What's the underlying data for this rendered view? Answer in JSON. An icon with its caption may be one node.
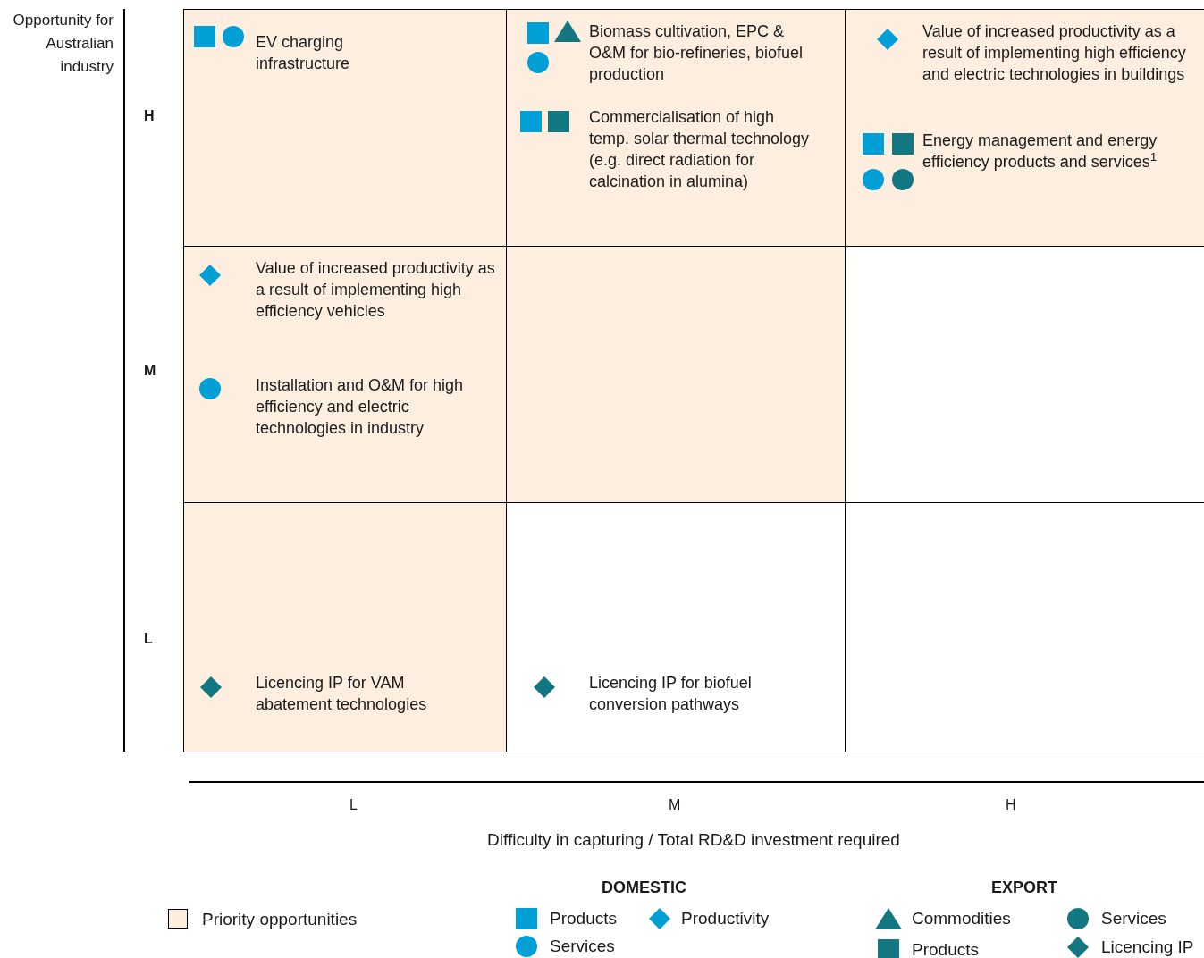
{
  "diagram": {
    "nodes": [
      {
        "text": [
          "EV charging infrastructure"
        ]
      },
      {
        "text": [
          "Biomass cultivation, EPC & O&M for bio-refineries, biofuel production",
          "Commercialisation of high temp. solar thermal technology (e.g. direct radiation for calcination in alumina)"
        ]
      },
      {
        "text": [
          "Value of increased productivity as a result of implementing high efficiency and electric technologies in buildings",
          "Energy management and energy efficiency products and services$^{1}$"
        ]
      },
      {
        "text": [
          "Value of increased productivity as a result of implementing high efficiency vehicles",
          "Installation and O&M for high efficiency and electric technologies in industry"
        ]
      },
      {
        "text": [],
        "shape": "box"
      },
      {
        "text": [],
        "shape": "box"
      },
      {
        "text": [
          "Licencing IP for VAM abatement technologies"
        ]
      },
      {
        "text": [
          "Licencing IP for biofuel conversion pathways"
        ]
      },
      {
        "text": [],
        "shape": "box"
      }
    ],
    "labels": [
      "Opportunity for Australian industry",
      "H",
      "M",
      "L",
      "L",
      "M",
      "H",
      "Difficulty in capturing / Total RD&D investment required",
      "DOMESTIC",
      "EXPORT"
    ],
    "legend": [
      {
        "text": "Priority opportunities",
        "color": "#fdeee0"
      },
      {
        "text": "Products"
      },
      {
        "text": "Productivity"
      },
      {
        "text": "Services"
      },
      {
        "text": "Commodities"
      },
      {
        "text": "Services"
      },
      {
        "text": "Products"
      },
      {
        "text": "Licencing IP"
      }
    ]
  }
}
